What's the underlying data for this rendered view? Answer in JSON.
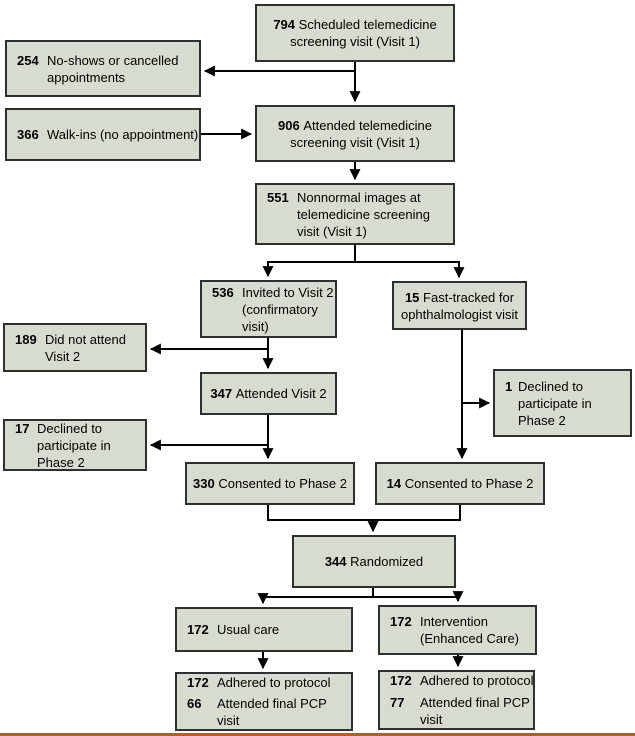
{
  "diagram": {
    "colors": {
      "box_fill": "#d6ddd0",
      "box_border": "#2f2f2f",
      "connector": "#000000",
      "text": "#000000",
      "bottom_bar": "#b65c1e",
      "background": "#ffffff"
    },
    "boxes": {
      "scheduled_v1": {
        "number": "794",
        "text": "Scheduled telemedicine\nscreening visit (Visit 1)"
      },
      "no_shows": {
        "number": "254",
        "text": "No-shows or cancelled\nappointments"
      },
      "walk_ins": {
        "number": "366",
        "text": "Walk-ins (no appointment)"
      },
      "attended_v1": {
        "number": "906",
        "text": "Attended telemedicine\nscreening visit (Visit 1)"
      },
      "nonnormal_images": {
        "number": "551",
        "text": "Nonnormal images at\ntelemedicine screening\nvisit (Visit 1)"
      },
      "invited_v2": {
        "number": "536",
        "text": "Invited to Visit 2\n(confirmatory\nvisit)"
      },
      "fast_tracked": {
        "number": "15",
        "text": "Fast-tracked for\nophthalmologist visit"
      },
      "did_not_attend_v2": {
        "number": "189",
        "text": "Did not attend\nVisit 2"
      },
      "attended_v2": {
        "number": "347",
        "text": "Attended Visit 2"
      },
      "declined_fast_track": {
        "number": "1",
        "text": "Declined to\nparticipate in\nPhase 2"
      },
      "declined_visit2": {
        "number": "17",
        "text": "Declined to\nparticipate in\nPhase 2"
      },
      "consented_330": {
        "number": "330",
        "text": "Consented to Phase 2"
      },
      "consented_14": {
        "number": "14",
        "text": "Consented to Phase 2"
      },
      "randomized": {
        "number": "344",
        "text": "Randomized"
      },
      "usual_care": {
        "number": "172",
        "text": "Usual care"
      },
      "intervention": {
        "number": "172",
        "text": "Intervention\n(Enhanced Care)"
      },
      "usual_care_outcomes": {
        "entries": [
          {
            "number": "172",
            "text": "Adhered to protocol"
          },
          {
            "number": "66",
            "text": "Attended final PCP\nvisit"
          }
        ]
      },
      "intervention_outcomes": {
        "entries": [
          {
            "number": "172",
            "text": "Adhered to protocol"
          },
          {
            "number": "77",
            "text": "Attended final PCP\nvisit"
          }
        ]
      }
    }
  }
}
